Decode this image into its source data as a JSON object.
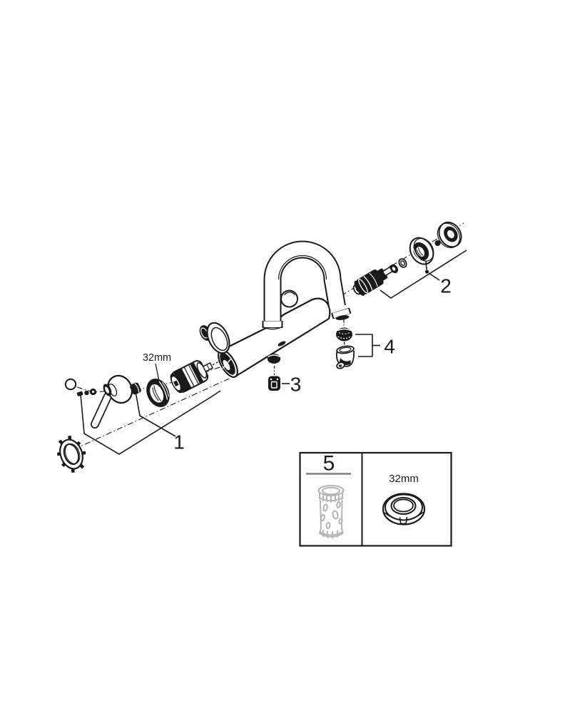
{
  "page": {
    "background_color": "#ffffff"
  },
  "diagram": {
    "type": "exploded-parts-diagram",
    "callouts": [
      {
        "id": "part-group-1",
        "label": "1"
      },
      {
        "id": "part-group-2",
        "label": "2"
      },
      {
        "id": "part-3",
        "label": "3"
      },
      {
        "id": "part-group-4",
        "label": "4"
      },
      {
        "id": "service-box-5",
        "label": "5"
      }
    ],
    "dimension_labels": {
      "handle_ring_nut": "32mm",
      "inset_gasket": "32mm"
    },
    "colors": {
      "line": "#1a1a1a",
      "tool_gray": "#b4b4b4",
      "underline_gray": "#828282",
      "background": "#ffffff"
    }
  }
}
